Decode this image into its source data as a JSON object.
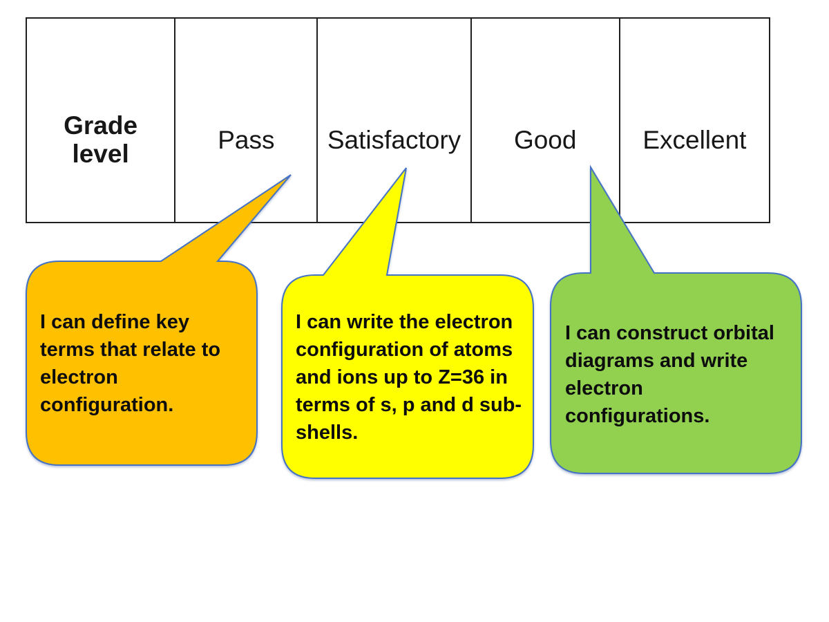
{
  "table": {
    "columns": [
      {
        "label": "Grade level",
        "emphasis": "bold"
      },
      {
        "label": "Pass",
        "emphasis": "normal"
      },
      {
        "label": "Satisfactory",
        "emphasis": "normal"
      },
      {
        "label": "Good",
        "emphasis": "normal"
      },
      {
        "label": "Excellent",
        "emphasis": "normal"
      }
    ]
  },
  "callouts": [
    {
      "target_column": "Pass",
      "fill": "#FFC000",
      "text": "I can define key\nterms that relate to\nelectron\nconfiguration."
    },
    {
      "target_column": "Satisfactory",
      "fill": "#FFFF00",
      "text": "I can write the electron\nconfiguration of atoms\nand ions up to Z=36 in\nterms of s, p and d sub-\nshells."
    },
    {
      "target_column": "Good",
      "fill": "#92D050",
      "text": "I can construct orbital\ndiagrams and write\nelectron\nconfigurations."
    }
  ],
  "colors": {
    "callout_outline": "#4472C4",
    "table_border": "#1f1f1f",
    "text": "#0d0d0d"
  }
}
